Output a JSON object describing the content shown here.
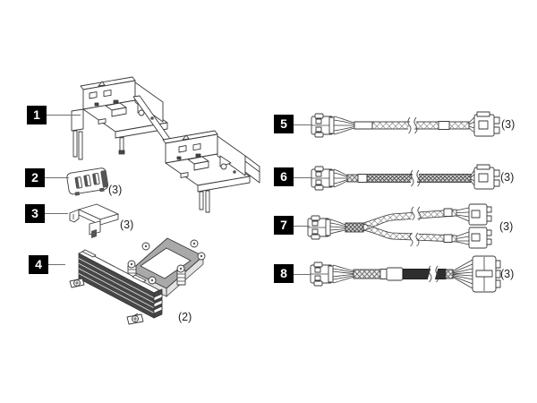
{
  "colors": {
    "background": "#ffffff",
    "line": "#3a3a3a",
    "label_bg": "#000000",
    "label_fg": "#ffffff",
    "fin_dark": "#474747",
    "sleeve_black": "#2e2e2e"
  },
  "parts": [
    {
      "number": "1",
      "illustration": "node-tray-assembly-illustration"
    },
    {
      "number": "2",
      "quantity": "(3)",
      "illustration": "retainer-clip-illustration"
    },
    {
      "number": "3",
      "quantity": "(3)",
      "illustration": "angled-bracket-illustration"
    },
    {
      "number": "4",
      "quantity": "(2)",
      "illustration": "processor-heatsink-illustration"
    },
    {
      "number": "5",
      "quantity": "(3)",
      "illustration": "braided-cable-illustration"
    },
    {
      "number": "6",
      "quantity": "(3)",
      "illustration": "dark-braided-cable-illustration"
    },
    {
      "number": "7",
      "quantity": "(3)",
      "illustration": "y-splitter-cable-illustration"
    },
    {
      "number": "8",
      "quantity": "(3)",
      "illustration": "black-sleeved-cable-illustration"
    }
  ]
}
